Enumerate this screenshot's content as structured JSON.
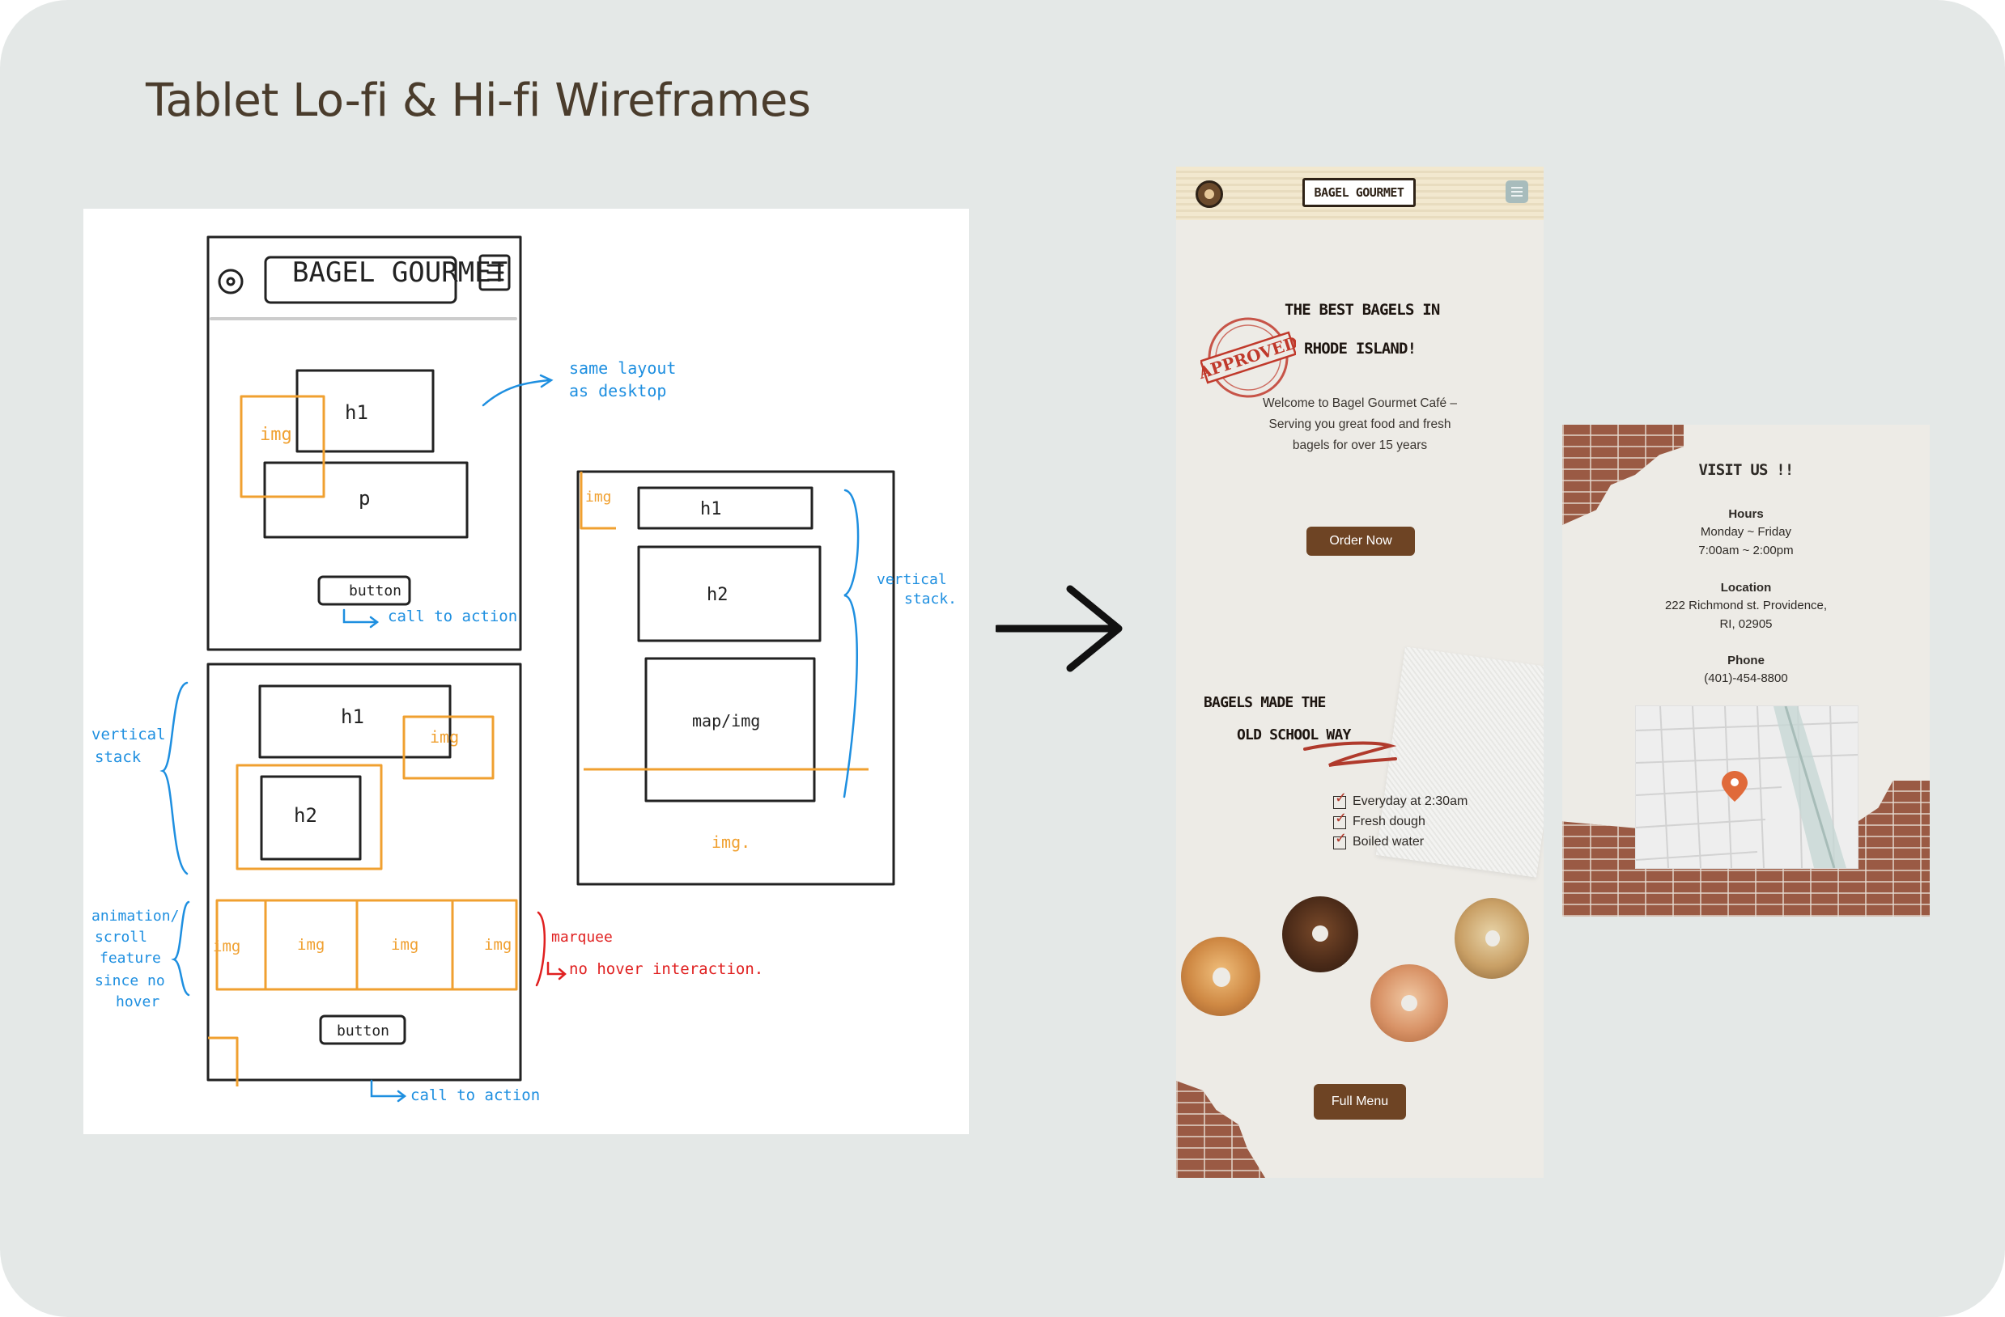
{
  "title": "Tablet Lo-fi & Hi-fi Wireframes",
  "sketch": {
    "brand": "BAGEL GOURMET",
    "h1": "h1",
    "h2": "h2",
    "p": "p",
    "img": "img",
    "img_dot": "img.",
    "button": "button",
    "map_img": "map/img",
    "note_same_layout_1": "same layout",
    "note_same_layout_2": "as desktop",
    "note_vertical_stack_1": "vertical",
    "note_vertical_stack_2": "stack",
    "note_vertical_stack_right_1": "vertical",
    "note_vertical_stack_right_2": "stack.",
    "note_call_to_action": "call to action",
    "note_animation_1": "animation/",
    "note_animation_2": "scroll",
    "note_animation_3": "feature",
    "note_animation_4": "since no",
    "note_animation_5": "hover",
    "note_marquee": "marquee",
    "note_no_hover": "no hover interaction."
  },
  "hifi": {
    "brand": "BAGEL GOURMET",
    "hero_title_1": "THE BEST BAGELS IN",
    "hero_title_2": "RHODE ISLAND!",
    "stamp_text": "APPROVED",
    "intro_1": "Welcome to Bagel Gourmet Café –",
    "intro_2": "Serving you great food and fresh",
    "intro_3": "bagels for over 15 years",
    "order_button": "Order Now",
    "section_title_1": "BAGELS MADE THE",
    "section_title_2": "OLD SCHOOL WAY",
    "checklist": [
      "Everyday at 2:30am",
      "Fresh dough",
      "Boiled water"
    ],
    "menu_button": "Full Menu"
  },
  "visit": {
    "title": "VISIT US !!",
    "hours_label": "Hours",
    "hours_days": "Monday ~ Friday",
    "hours_time": "7:00am ~ 2:00pm",
    "location_label": "Location",
    "address_1": "222 Richmond st. Providence,",
    "address_2": "RI, 02905",
    "phone_label": "Phone",
    "phone": "(401)-454-8800"
  },
  "colors": {
    "background": "#e4e8e7",
    "title": "#4a3c2c",
    "sketch_ink": "#222222",
    "sketch_orange": "#f0a030",
    "sketch_blue": "#1e8fe0",
    "sketch_red": "#e02020",
    "button_brown": "#6e4424"
  },
  "icons": [
    "arrow-right-icon",
    "hamburger-menu-icon",
    "map-pin-icon",
    "logo-icon",
    "checkbox-icon"
  ]
}
